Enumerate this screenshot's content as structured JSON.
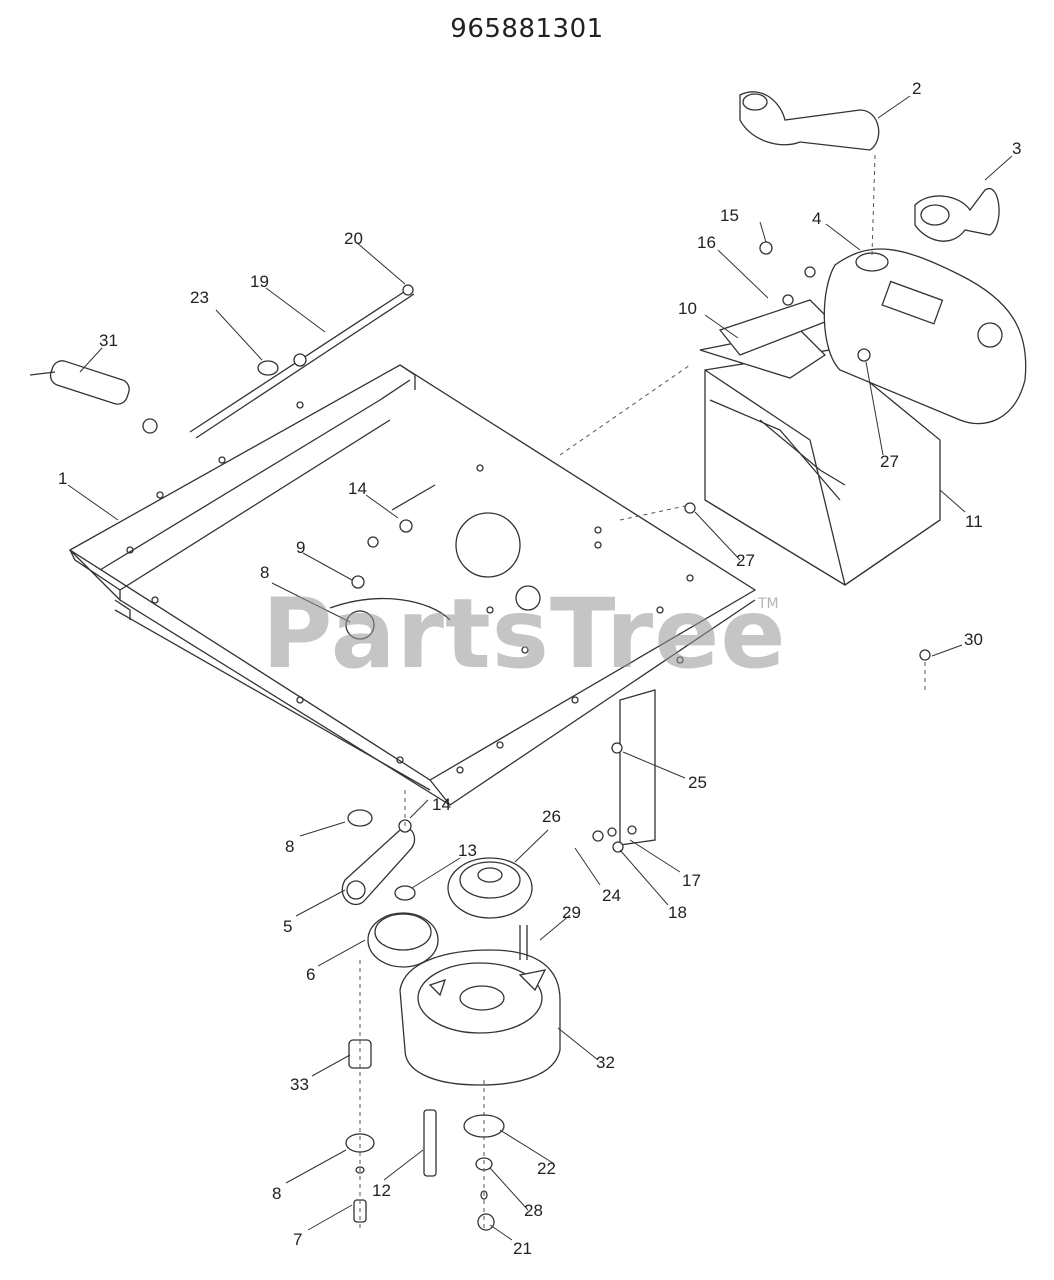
{
  "diagram": {
    "title": "965881301",
    "watermark": "PartsTree",
    "watermark_tm": "TM",
    "callouts": [
      "1",
      "2",
      "3",
      "4",
      "5",
      "6",
      "7",
      "8",
      "8",
      "8",
      "9",
      "10",
      "11",
      "12",
      "13",
      "14",
      "14",
      "15",
      "16",
      "17",
      "18",
      "19",
      "20",
      "21",
      "22",
      "23",
      "24",
      "25",
      "26",
      "27",
      "27",
      "28",
      "29",
      "30",
      "31",
      "32",
      "33"
    ]
  }
}
